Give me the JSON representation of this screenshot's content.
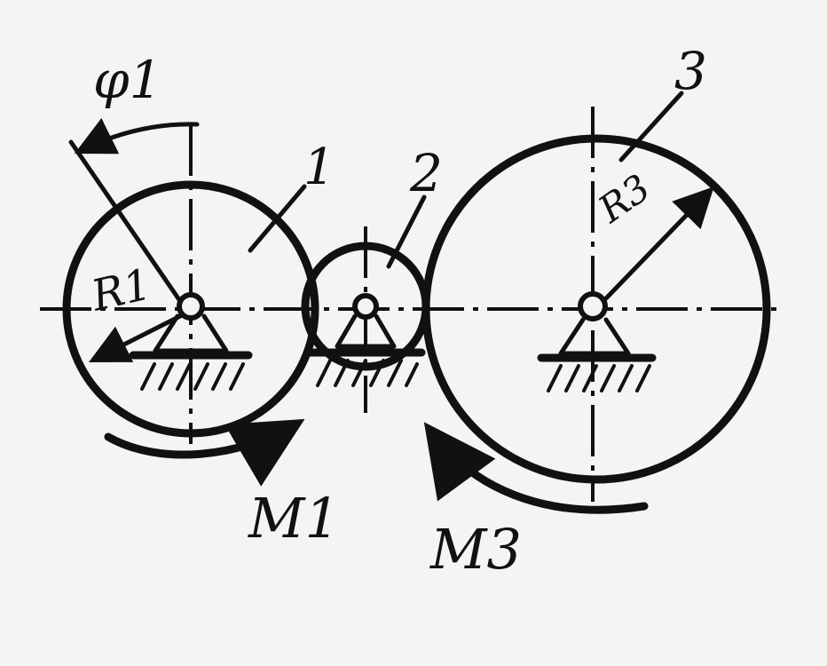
{
  "labels": {
    "wheel1": "1",
    "wheel2": "2",
    "wheel3": "3",
    "radius1": "R1",
    "radius3": "R3",
    "angle": "φ1",
    "moment1": "M1",
    "moment3": "M3"
  },
  "colors": {
    "ink": "#111111",
    "paper": "#f4f4f4"
  }
}
